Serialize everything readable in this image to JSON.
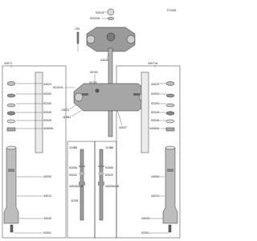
{
  "diagram": {
    "code": "F0346",
    "labels": {
      "n92015": "92015",
      "n92022a": "92022A",
      "n133": "133",
      "n44039": "44039",
      "n92151a": "92151A",
      "n92151": "92151",
      "n13070": "13070",
      "n110b1": "110B1",
      "n44037": "44037",
      "n44071": "44071",
      "n44071a": "44071A",
      "l44023": "44023",
      "l92093": "92093",
      "l92200": "92200",
      "l92049": "92049",
      "l92026": "92026",
      "l44060a": "44060A",
      "l44005": "44005",
      "l44013": "44013",
      "l44045": "44045",
      "l92001": "92001",
      "c110b8": "110B8",
      "c92055": "92055",
      "c92022": "92022",
      "c44026ab": "44026/A-B",
      "c11051": "11051",
      "r110b8": "110B8",
      "r92055": "92055",
      "r92022": "92022",
      "r44026ab": "44026/A-B",
      "r44023": "44023",
      "r92093": "92093",
      "r92200": "92200",
      "r92049": "92049",
      "r92026": "92026",
      "r44060a": "44060A",
      "r44006": "44006",
      "r44012": "44012",
      "r44045": "44045",
      "r92001": "92001"
    }
  }
}
